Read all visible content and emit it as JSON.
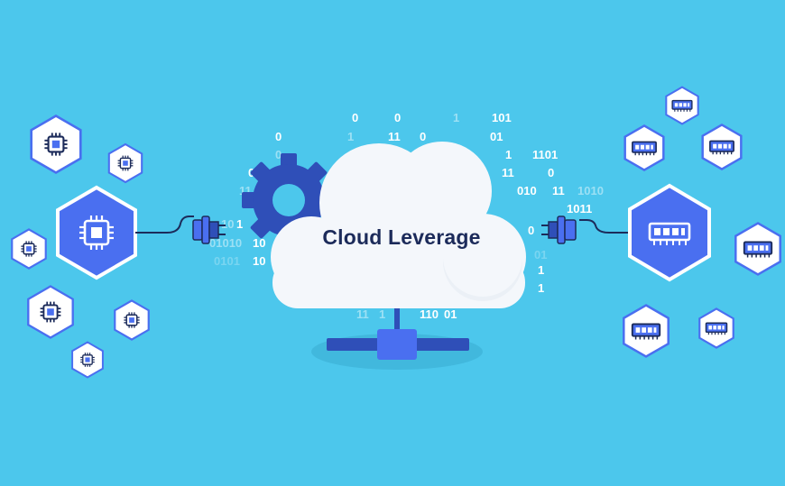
{
  "title": "Cloud Leverage",
  "colors": {
    "background": "#4cc7ec",
    "hex_blue": "#4a6ff0",
    "hex_white": "#ffffff",
    "outline_navy": "#1c2b5a",
    "gear": "#2f4fb8",
    "cloud": "#f4f7fb"
  },
  "binary_streams": [
    "0",
    "0",
    "1",
    "101",
    "0",
    "1",
    "11",
    "0",
    "01",
    "0",
    "0",
    "1",
    "1",
    "1101",
    "0",
    "11",
    "0",
    "11",
    "010",
    "11",
    "1010",
    "1011",
    "10",
    "1",
    "0",
    "1",
    "01010",
    "10",
    "0101",
    "10",
    "1",
    "01",
    "11",
    "1",
    "110",
    "01"
  ],
  "icons": {
    "left": "cpu-chip-icon",
    "right": "memory-module-icon",
    "connector": "plug-connector-icon",
    "gear": "gear-icon",
    "network": "network-node-icon"
  }
}
